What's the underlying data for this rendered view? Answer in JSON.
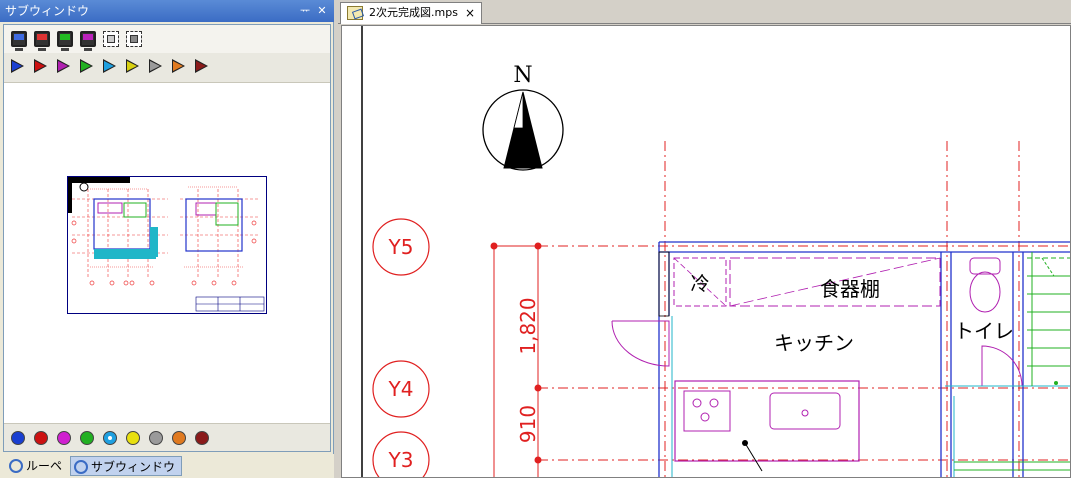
{
  "subwindow": {
    "title": "サブウィンドウ",
    "pin_glyph": "ᅲ",
    "close_glyph": "✕",
    "tool_icons": [
      "monitor-blue-icon",
      "monitor-red-icon",
      "monitor-green-icon",
      "monitor-purple-icon",
      "select-area-icon",
      "select-objects-icon"
    ],
    "arrow_colors": [
      "#1a3fd1",
      "#cc1111",
      "#b020b0",
      "#22b022",
      "#1fa0e0",
      "#d8d010",
      "#9a9a9a",
      "#e07a20",
      "#8a1a1a"
    ],
    "dot_colors": [
      "#1a3fd1",
      "#cc1111",
      "#d020d0",
      "#22b022",
      "#1fa0e0",
      "#e8e010",
      "#9a9a9a",
      "#e07a20",
      "#8a1a1a"
    ]
  },
  "bottom_tabs": [
    {
      "label": "ルーペ"
    },
    {
      "label": "サブウィンドウ"
    }
  ],
  "document": {
    "tab_label": "2次元完成図.mps",
    "tab_close": "×"
  },
  "drawing": {
    "north_label": "N",
    "grid_labels": [
      "Y5",
      "Y4",
      "Y3"
    ],
    "dimensions": [
      "1,820",
      "910"
    ],
    "rooms": {
      "fridge": "冷",
      "cupboard": "食器棚",
      "kitchen": "キッチン",
      "toilet": "トイレ"
    }
  }
}
